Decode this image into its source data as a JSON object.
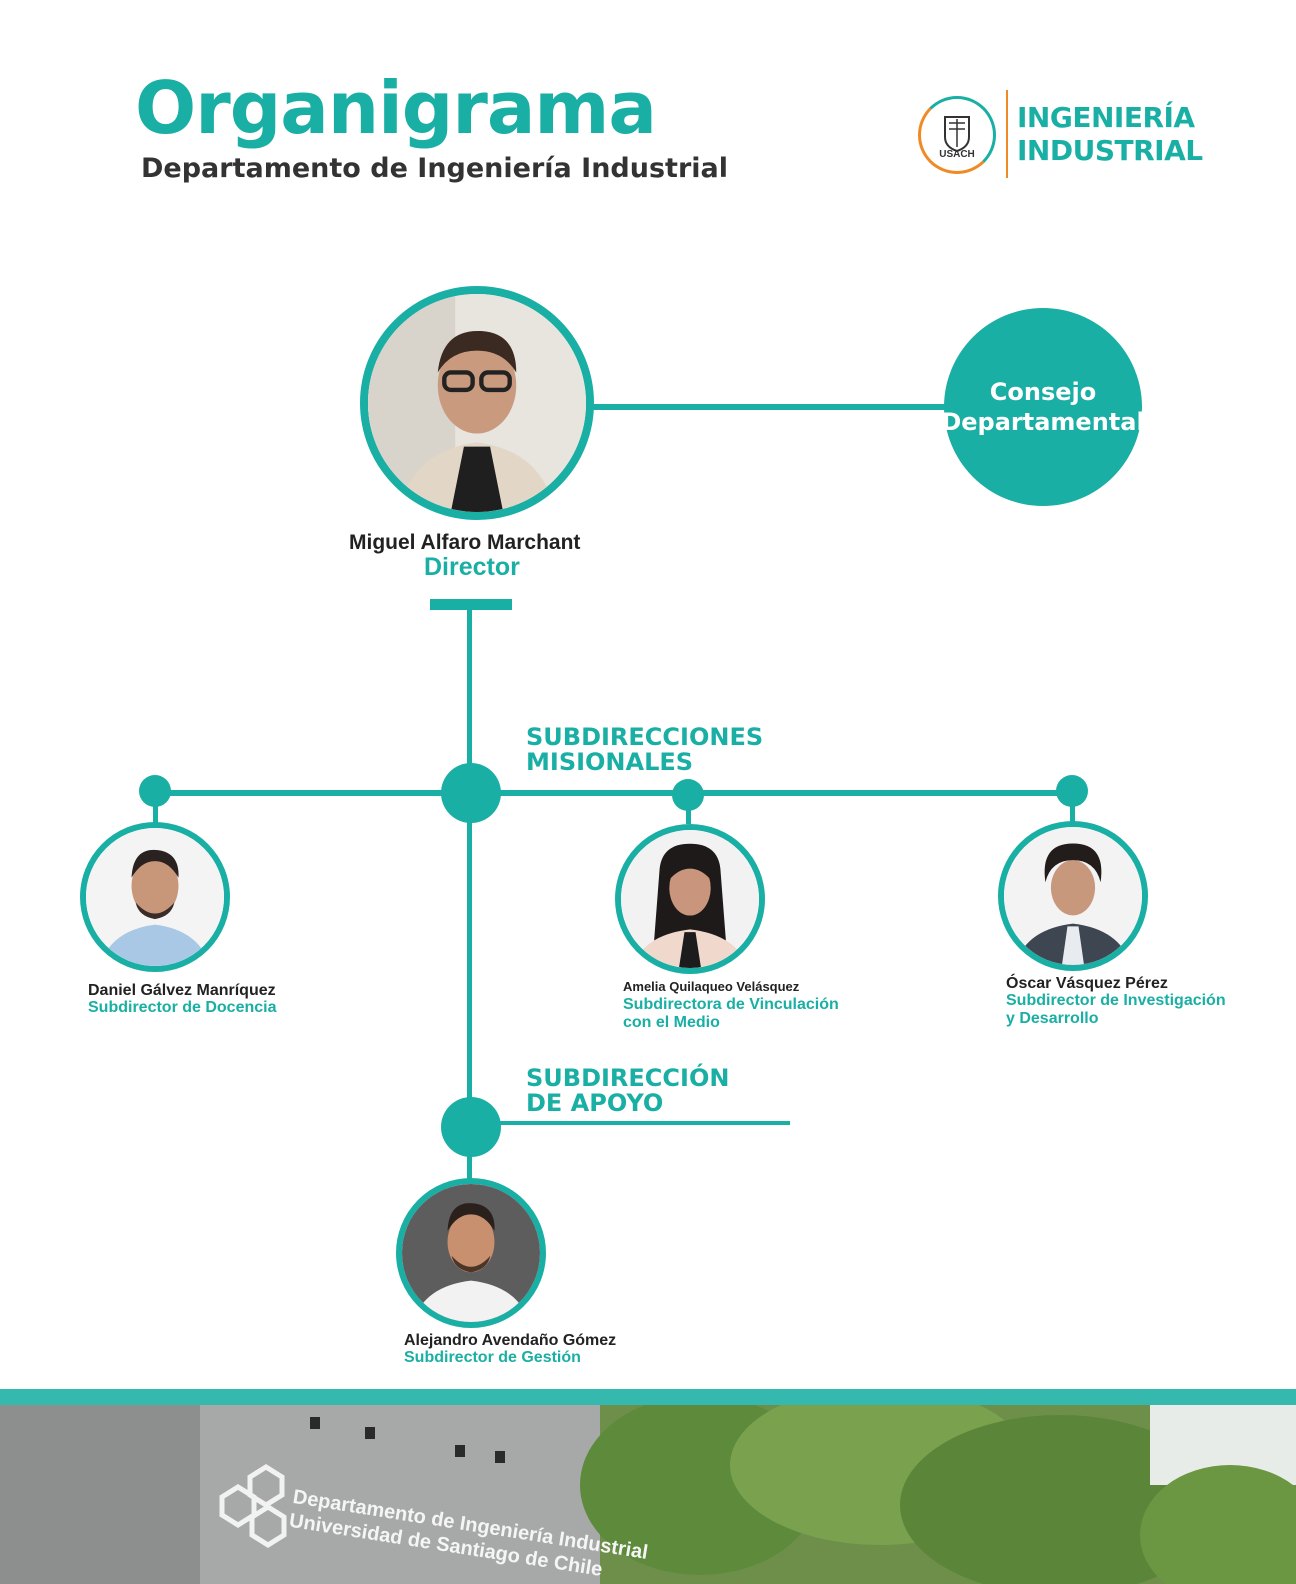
{
  "header": {
    "title": "Organigrama",
    "subtitle": "Departamento de Ingeniería Industrial"
  },
  "logo": {
    "university": "USACH",
    "line1": "INGENIERÍA",
    "line2": "INDUSTRIAL"
  },
  "director": {
    "name": "Miguel Alfaro Marchant",
    "role": "Director"
  },
  "council": {
    "line1": "Consejo",
    "line2": "Departamental"
  },
  "sections": {
    "misionales_line1": "SUBDIRECCIONES",
    "misionales_line2": "MISIONALES",
    "apoyo_line1": "SUBDIRECCIÓN",
    "apoyo_line2": "DE APOYO"
  },
  "subdirectors": [
    {
      "name": "Daniel Gálvez Manríquez",
      "role_line1": "Subdirector de Docencia",
      "role_line2": ""
    },
    {
      "name": "Amelia Quilaqueo Velásquez",
      "role_line1": "Subdirectora de Vinculación",
      "role_line2": "con el Medio"
    },
    {
      "name": "Óscar Vásquez Pérez",
      "role_line1": "Subdirector de Investigación",
      "role_line2": "y Desarrollo"
    },
    {
      "name": "Alejandro Avendaño Gómez",
      "role_line1": "Subdirector de Gestión",
      "role_line2": ""
    }
  ],
  "footer": {
    "sign_line1": "Departamento de Ingeniería Industrial",
    "sign_line2": "Universidad de Santiago de Chile"
  },
  "colors": {
    "accent": "#1aafa4",
    "logo_orange": "#f08a24",
    "text_dark": "#333333"
  }
}
